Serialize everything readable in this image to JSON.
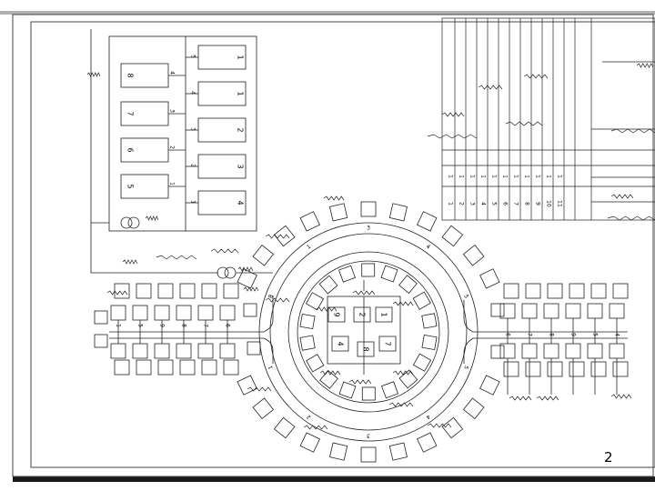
{
  "page": {
    "number": "2"
  },
  "control_panel": {
    "left_boxes": [
      "8",
      "7",
      "6",
      "5"
    ],
    "left_box_ports": [
      "4",
      "3",
      "2",
      "1"
    ],
    "right_boxes": [
      "1",
      "1",
      "2",
      "3",
      "4"
    ],
    "right_box_ports": [
      "5",
      "4",
      "3",
      "2",
      "1"
    ]
  },
  "ring": {
    "outer_marks": [
      "3",
      "4",
      "5",
      "5",
      "4",
      "3",
      "2",
      "1",
      "8",
      "1"
    ],
    "inner_boxes": [
      "2",
      "9",
      "1",
      "4",
      "8",
      "7"
    ]
  },
  "left_branch": {
    "labels": [
      "1",
      "5",
      "9",
      "8",
      "7",
      "6"
    ]
  },
  "right_branch": {
    "labels": [
      "6",
      "7",
      "8",
      "9",
      "5",
      "4"
    ]
  },
  "table": {
    "index_row": [
      "1",
      "2",
      "3",
      "4",
      "5",
      "6",
      "7",
      "8",
      "9",
      "10",
      "11"
    ]
  }
}
